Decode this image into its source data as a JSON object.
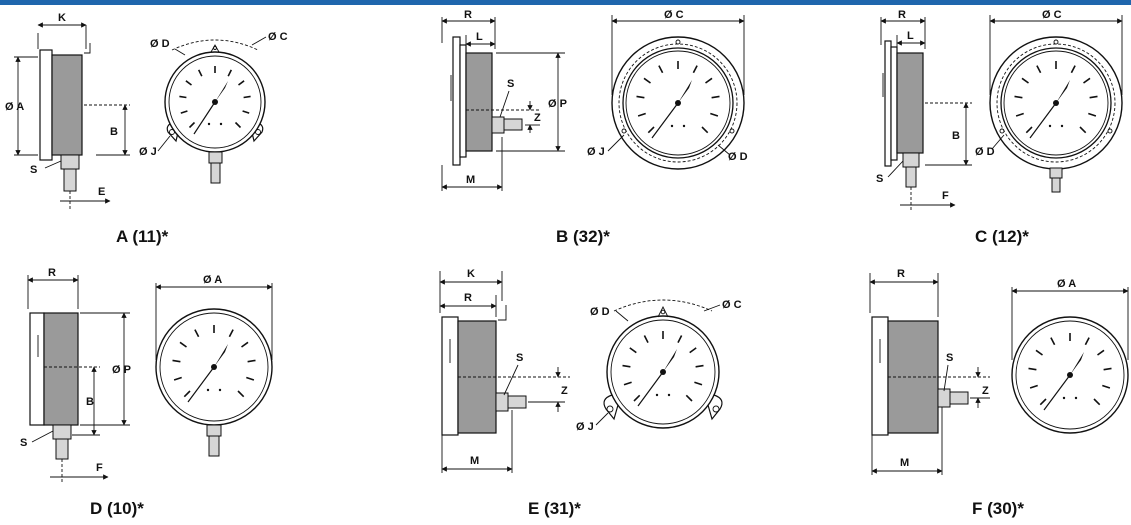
{
  "band_color": "#1f66ad",
  "figures": [
    {
      "id": "A",
      "caption": "A (11)*",
      "labels": {
        "K": "K",
        "A": "Ø A",
        "B": "B",
        "S": "S",
        "E": "E",
        "D": "Ø D",
        "C": "Ø C",
        "J": "Ø J"
      }
    },
    {
      "id": "B",
      "caption": "B (32)*",
      "labels": {
        "R": "R",
        "L": "L",
        "S": "S",
        "Z": "Z",
        "P": "Ø P",
        "M": "M",
        "C": "Ø C",
        "J": "Ø J",
        "D": "Ø D"
      }
    },
    {
      "id": "C",
      "caption": "C (12)*",
      "labels": {
        "R": "R",
        "L": "L",
        "B": "B",
        "S": "S",
        "F": "F",
        "C": "Ø C",
        "D": "Ø D"
      }
    },
    {
      "id": "D",
      "caption": "D (10)*",
      "labels": {
        "R": "R",
        "P": "Ø P",
        "B": "B",
        "S": "S",
        "F": "F",
        "A": "Ø A"
      }
    },
    {
      "id": "E",
      "caption": "E (31)*",
      "labels": {
        "K": "K",
        "R": "R",
        "S": "S",
        "Z": "Z",
        "M": "M",
        "D": "Ø D",
        "C": "Ø C",
        "J": "Ø J"
      }
    },
    {
      "id": "F",
      "caption": "F (30)*",
      "labels": {
        "R": "R",
        "S": "S",
        "Z": "Z",
        "M": "M",
        "A": "Ø A"
      }
    }
  ]
}
